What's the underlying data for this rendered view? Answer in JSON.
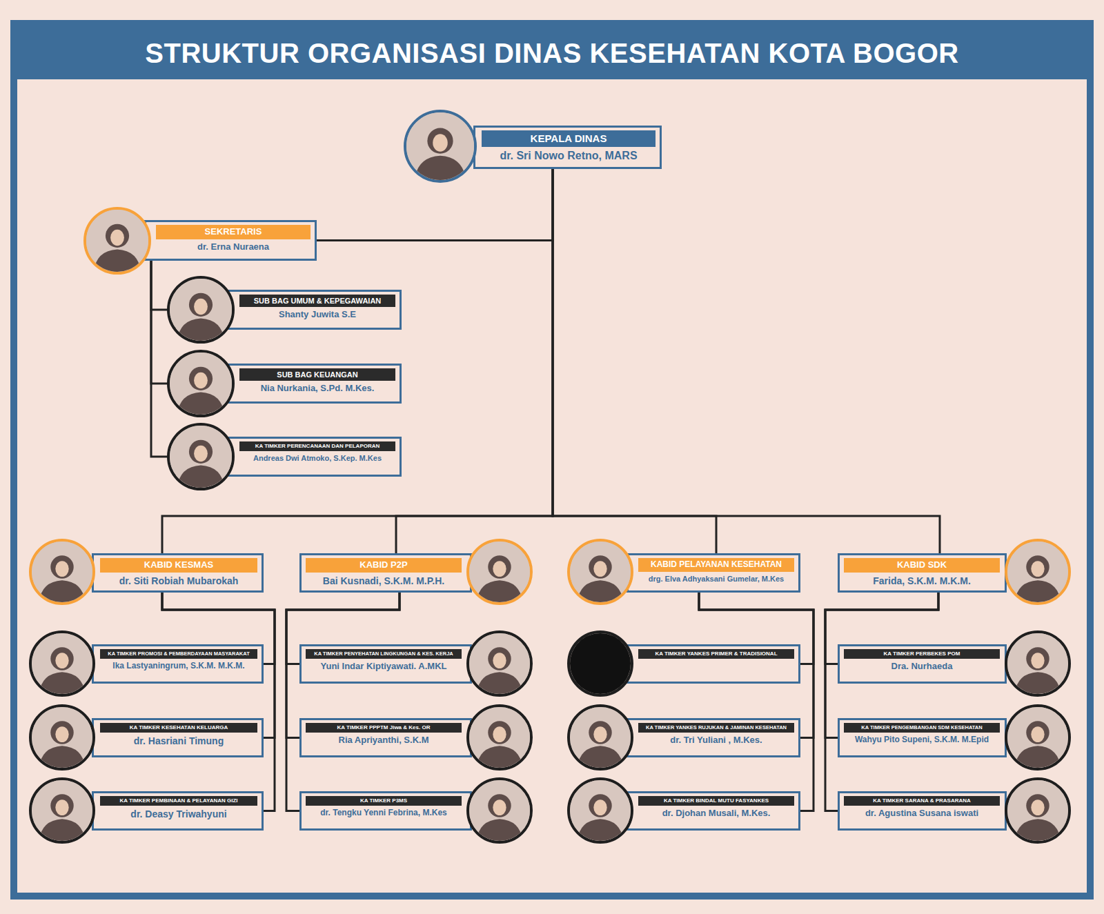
{
  "diagram": {
    "title": "STRUKTUR ORGANISASI DINAS KESEHATAN KOTA BOGOR",
    "nodes": [
      {
        "text": [
          "KEPALA DINAS",
          "dr. Sri Nowo Retno, MARS"
        ]
      },
      {
        "text": [
          "SEKRETARIS",
          "dr. Erna Nuraena"
        ]
      },
      {
        "text": [
          "SUB BAG UMUM & KEPEGAWAIAN",
          "Shanty Juwita S.E"
        ]
      },
      {
        "text": [
          "SUB BAG KEUANGAN",
          "Nia Nurkania, S.Pd. M.Kes."
        ]
      },
      {
        "text": [
          "KA TIMKER PERENCANAAN DAN PELAPORAN",
          "Andreas Dwi Atmoko, S.Kep. M.Kes"
        ]
      },
      {
        "text": [
          "KABID KESMAS",
          "dr. Siti Robiah Mubarokah"
        ]
      },
      {
        "text": [
          "KABID P2P",
          "Bai Kusnadi, S.K.M. M.P.H."
        ]
      },
      {
        "text": [
          "KABID PELAYANAN KESEHATAN",
          "drg. Elva Adhyaksani Gumelar, M.Kes"
        ]
      },
      {
        "text": [
          "KABID SDK",
          "Farida, S.K.M. M.K.M."
        ]
      },
      {
        "text": [
          "KA TIMKER PROMOSI & PEMBERDAYAAN MASYARAKAT",
          "Ika Lastyaningrum, S.K.M. M.K.M."
        ]
      },
      {
        "text": [
          "KA TIMKER KESEHATAN KELUARGA",
          "dr. Hasriani Timung"
        ]
      },
      {
        "text": [
          "KA TIMKER PEMBINAAN & PELAYANAN GIZI",
          "dr. Deasy Triwahyuni"
        ]
      },
      {
        "text": [
          "KA TIMKER PENYEHATAN LINGKUNGAN & KES. KERJA",
          "Yuni Indar Kiptiyawati. A.MKL"
        ]
      },
      {
        "text": [
          "KA TIMKER PPPTM Jiwa & Kes. OR",
          "Ria Apriyanthi, S.K.M"
        ]
      },
      {
        "text": [
          "KA TIMKER P3MS",
          "dr. Tengku Yenni Febrina, M.Kes"
        ]
      },
      {
        "text": [
          "KA TIMKER YANKES PRIMER & TRADISIONAL"
        ]
      },
      {
        "text": [
          "KA TIMKER YANKES RUJUKAN & JAMINAN KESEHATAN",
          "dr. Tri Yuliani , M.Kes."
        ]
      },
      {
        "text": [
          "KA TIMKER BINDAL MUTU FASYANKES",
          "dr. Djohan Musali, M.Kes."
        ]
      },
      {
        "text": [
          "KA TIMKER PERBEKES POM",
          "Dra. Nurhaeda"
        ]
      },
      {
        "text": [
          "KA TIMKER PENGEMBANGAN SDM KESEHATAN",
          "Wahyu Pito Supeni, S.K.M. M.Epid"
        ]
      },
      {
        "text": [
          "KA TIMKER SARANA & PRASARANA",
          "dr. Agustina Susana iswati"
        ]
      }
    ],
    "edges": [
      {
        "from": 0,
        "to": 1,
        "arrow": "none"
      },
      {
        "from": 1,
        "to": 2,
        "arrow": "none"
      },
      {
        "from": 1,
        "to": 3,
        "arrow": "none"
      },
      {
        "from": 1,
        "to": 4,
        "arrow": "none"
      },
      {
        "from": 0,
        "to": 5,
        "arrow": "none"
      },
      {
        "from": 0,
        "to": 6,
        "arrow": "none"
      },
      {
        "from": 0,
        "to": 7,
        "arrow": "none"
      },
      {
        "from": 0,
        "to": 8,
        "arrow": "none"
      },
      {
        "from": 5,
        "to": 9,
        "arrow": "none"
      },
      {
        "from": 5,
        "to": 10,
        "arrow": "none"
      },
      {
        "from": 5,
        "to": 11,
        "arrow": "none"
      },
      {
        "from": 6,
        "to": 12,
        "arrow": "none"
      },
      {
        "from": 6,
        "to": 13,
        "arrow": "none"
      },
      {
        "from": 6,
        "to": 14,
        "arrow": "none"
      },
      {
        "from": 7,
        "to": 15,
        "arrow": "none"
      },
      {
        "from": 7,
        "to": 16,
        "arrow": "none"
      },
      {
        "from": 7,
        "to": 17,
        "arrow": "none"
      },
      {
        "from": 8,
        "to": 18,
        "arrow": "none"
      },
      {
        "from": 8,
        "to": 19,
        "arrow": "none"
      },
      {
        "from": 8,
        "to": 20,
        "arrow": "none"
      }
    ]
  }
}
